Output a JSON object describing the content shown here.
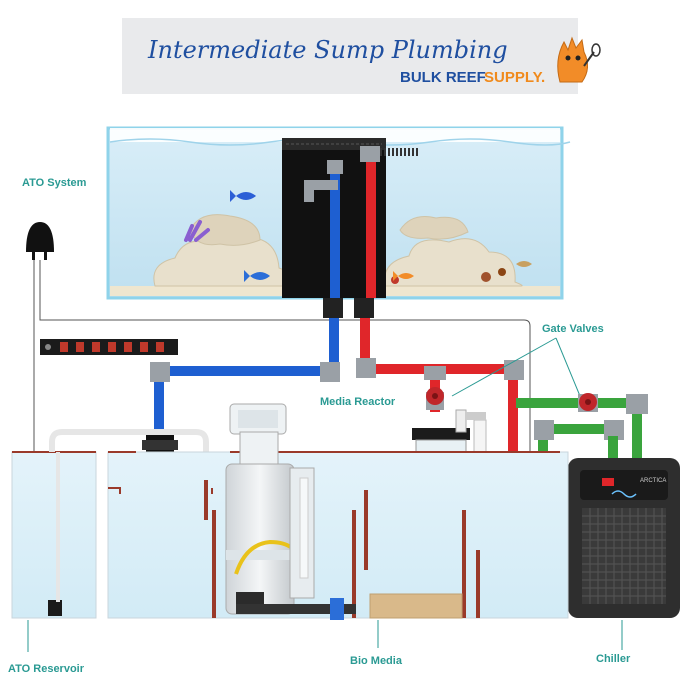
{
  "header": {
    "title": "Intermediate Sump Plumbing",
    "brand_primary": "BULK REEF",
    "brand_secondary": "SUPPLY."
  },
  "labels": {
    "ato_system": "ATO System",
    "gate_valves": "Gate Valves",
    "media_reactor": "Media Reactor",
    "ato_reservoir": "ATO Reservoir",
    "bio_media": "Bio Media",
    "chiller": "Chiller",
    "chiller_brand": "ARCTICA"
  },
  "colors": {
    "label_teal": "#2a9a93",
    "return_red": "#e0262a",
    "drain_blue": "#1e5fd1",
    "chiller_green": "#3aa43d",
    "pipe_gray": "#9aa0a6",
    "water": "#cfe9f5",
    "brand_blue": "#1f4fa0",
    "brand_orange": "#f08a1c"
  },
  "icons": [
    "mascot-icon",
    "power-strip-icon",
    "ato-sensor-icon",
    "gate-valve-icon",
    "fish-icon",
    "coral-icon",
    "pump-icon"
  ]
}
